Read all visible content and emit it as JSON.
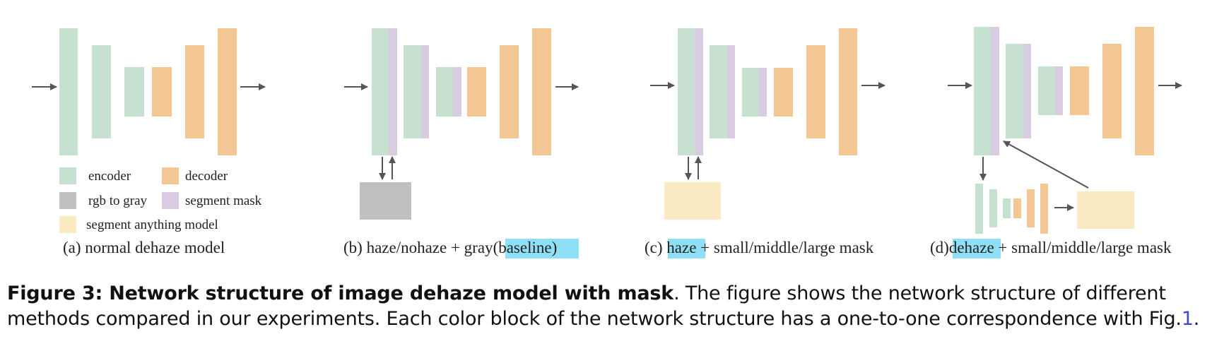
{
  "colors": {
    "encoder": "#c6e1cf",
    "decoder": "#f3c794",
    "rgb_to_gray": "#c0c0c0",
    "segment_mask": "#d9cbe2",
    "segment_anything_model": "#faeac4",
    "highlight": "#8fe0f7",
    "arrow": "#555555",
    "reference": "#3b4cc0"
  },
  "legend": {
    "encoder": "encoder",
    "decoder": "decoder",
    "rgb_to_gray": "rgb to gray",
    "segment_mask": "segment mask",
    "segment_anything_model": "segment anything model"
  },
  "panels": {
    "a": {
      "label": "(a) normal dehaze model"
    },
    "b": {
      "label_prefix": "(b) haze/nohaze + gray",
      "label_highlight": "(baseline)"
    },
    "c": {
      "label_prefix": "(c) ",
      "label_highlight": "haze",
      "label_suffix": " + small/middle/large mask"
    },
    "d": {
      "label_prefix": "(d)",
      "label_highlight": "dehaze",
      "label_suffix": " + small/middle/large mask"
    }
  },
  "caption": {
    "bold": "Figure 3: Network structure of image dehaze model with mask",
    "text": ". The figure shows the network structure of different methods compared in our experiments. Each color block of the network structure has a one-to-one correspondence with Fig.",
    "ref": "1",
    "end": "."
  }
}
